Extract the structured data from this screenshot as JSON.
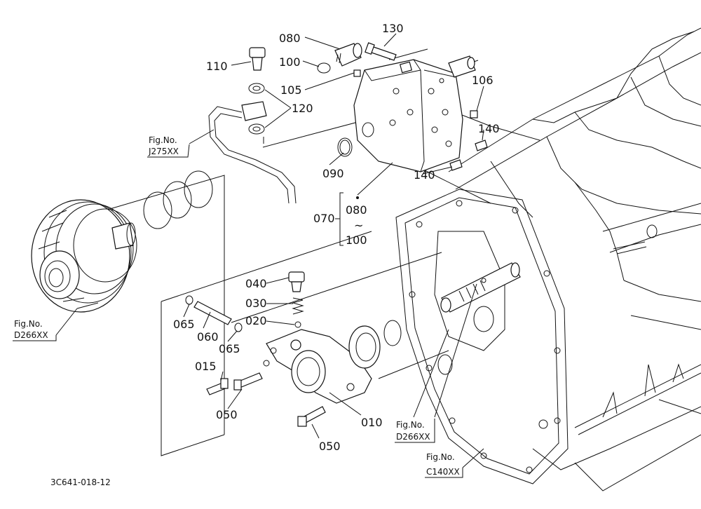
{
  "diagram_id": "3C641-018-12",
  "part_labels": {
    "p010": "010",
    "p015": "015",
    "p020": "020",
    "p030": "030",
    "p040": "040",
    "p050a": "050",
    "p050b": "050",
    "p060": "060",
    "p065a": "065",
    "p065b": "065",
    "p070": "070",
    "p080a": "080",
    "p080b": "080",
    "p090": "090",
    "p100a": "100",
    "p100b": "100",
    "p105": "105",
    "p106": "106",
    "p110": "110",
    "p120": "120",
    "p130": "130",
    "p140a": "140",
    "p140b": "140",
    "tilde": "~"
  },
  "fig_refs": {
    "j275": {
      "caption": "Fig.No.",
      "code": "J275XX"
    },
    "d266_left": {
      "caption": "Fig.No.",
      "code": "D266XX"
    },
    "d266_right": {
      "caption": "Fig.No.",
      "code": "D266XX"
    },
    "c140": {
      "caption": "Fig.No.",
      "code": "C140XX"
    }
  }
}
